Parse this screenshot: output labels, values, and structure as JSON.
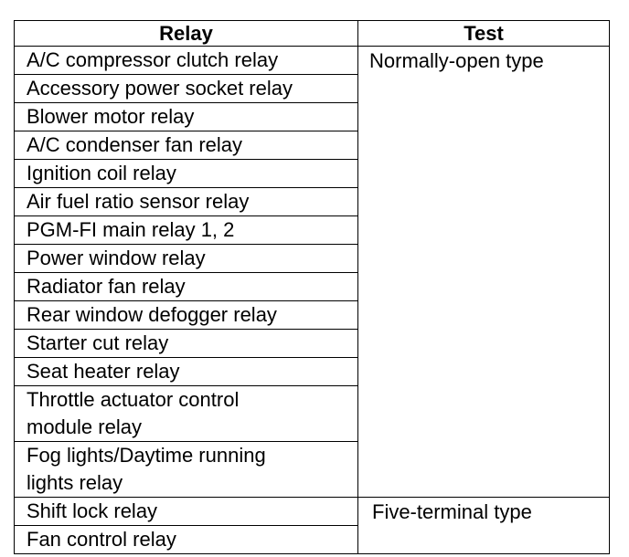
{
  "table": {
    "headers": {
      "relay": "Relay",
      "test": "Test"
    },
    "groups": [
      {
        "test": "Normally-open type",
        "relays": [
          [
            "A/C compressor clutch relay"
          ],
          [
            "Accessory power socket relay"
          ],
          [
            "Blower motor relay"
          ],
          [
            "A/C condenser fan relay"
          ],
          [
            "Ignition coil relay"
          ],
          [
            "Air fuel ratio sensor relay"
          ],
          [
            "PGM-FI main relay 1, 2"
          ],
          [
            "Power window relay"
          ],
          [
            "Radiator fan relay"
          ],
          [
            "Rear window defogger relay"
          ],
          [
            "Starter cut relay"
          ],
          [
            "Seat heater relay"
          ],
          [
            "Throttle actuator control",
            "module relay"
          ],
          [
            "Fog lights/Daytime running",
            "lights relay"
          ]
        ]
      },
      {
        "test": "Five-terminal type",
        "relays": [
          [
            "Shift lock relay"
          ],
          [
            "Fan control relay"
          ]
        ]
      }
    ]
  }
}
